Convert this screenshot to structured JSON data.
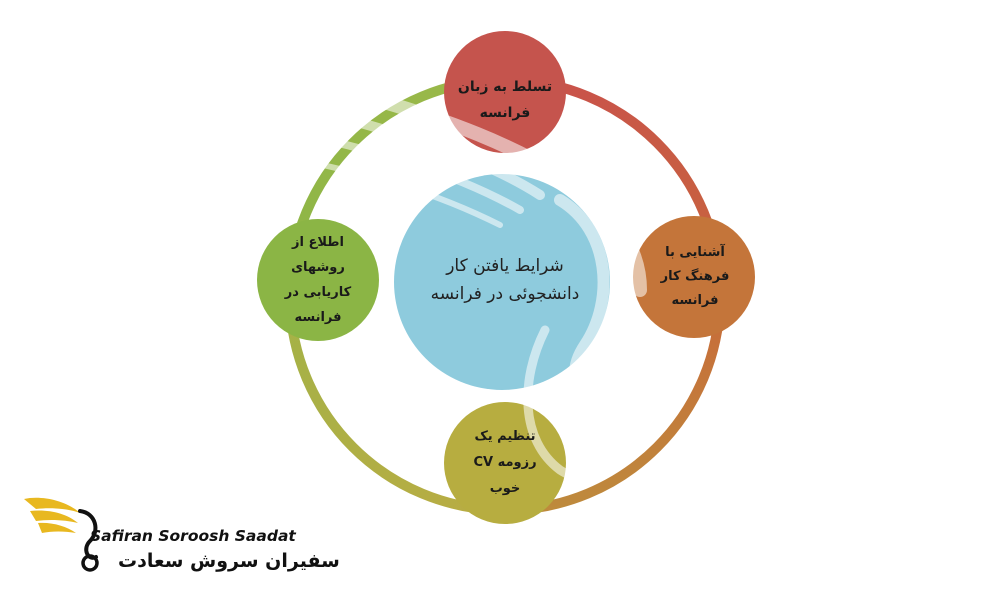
{
  "diagram": {
    "center": {
      "label": "شرایط یافتن کار\nدانشجوئی در فرانسه",
      "color": "#8ecbdd"
    },
    "nodes": [
      {
        "id": "top",
        "label": "تسلط به زبان\nفرانسه",
        "color": "#c5544d"
      },
      {
        "id": "right",
        "label": "آشنایی با\nفرهنگ کار\nفرانسه",
        "color": "#c4753a"
      },
      {
        "id": "bottom",
        "label": "تنظیم یک\nرزومه CV\nخوب",
        "color": "#b7ad40"
      },
      {
        "id": "left",
        "label": "اطلاع از\nروشهای\nکاریابی در\nفرانسه",
        "color": "#8bb545"
      }
    ],
    "ring_colors": {
      "top_to_right": "#c5544d",
      "right_to_bottom": "#c4753a",
      "bottom_to_left": "#b7ad40",
      "left_to_top": "#8bb545"
    }
  },
  "brand": {
    "name_en": "Safiran Soroosh Saadat",
    "name_fa": "سفیران سروش سعادت",
    "logo_icon": "wing-swirl-icon",
    "logo_color": "#e8b820"
  }
}
